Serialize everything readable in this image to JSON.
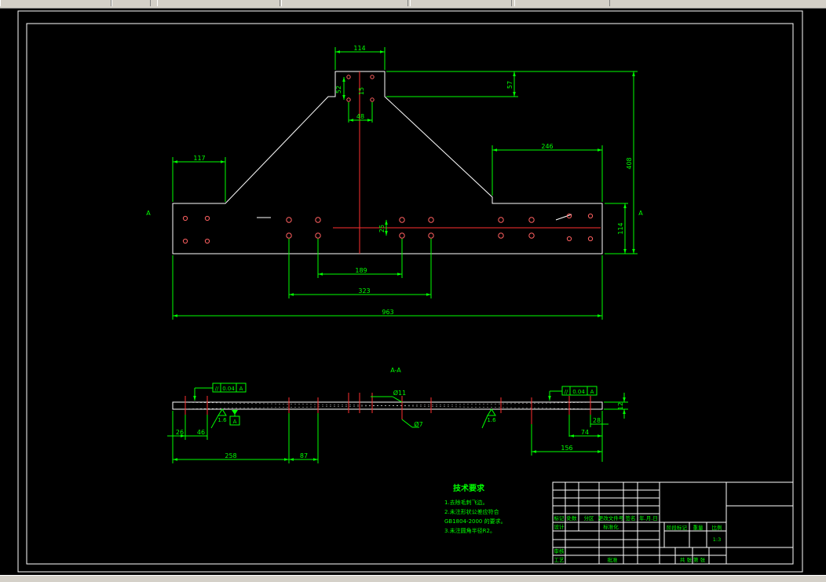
{
  "colors": {
    "background": "#000000",
    "geometry": "#ffffff",
    "dimension": "#00ff00",
    "centerline": "#ff3030",
    "text": "#00ff00",
    "hole": "#ff6060"
  },
  "plan": {
    "dims": {
      "top_width": "114",
      "center_holes_gap": "48",
      "small_v1": "52",
      "small_v2": "15",
      "top_offset": "57",
      "height_total": "408",
      "left_step": "117",
      "right_step": "246",
      "bar_height": "114",
      "hole_pitch_y": "25",
      "span_189": "189",
      "span_323": "323",
      "overall": "963"
    },
    "section_marks": {
      "left": "A",
      "right": "A"
    }
  },
  "section": {
    "title": "A-A",
    "left_tolerance": {
      "symbol": "//",
      "value": "0.04",
      "datum": "A"
    },
    "right_tolerance": {
      "symbol": "//",
      "value": "0.04",
      "datum": "A"
    },
    "datum_label": "A",
    "roughness_left": "1.6",
    "roughness_right": "1.6",
    "dims": {
      "d26": "26",
      "d46": "46",
      "d258": "258",
      "d87": "87",
      "hole_dia_1": "Ø11",
      "hole_dia_2": "Ø7",
      "d74": "74",
      "d28": "28",
      "d156": "156",
      "thickness": "12"
    }
  },
  "notes": {
    "title": "技术要求",
    "lines": [
      "1.去除毛刺飞边。",
      "2.未注形状公差应符合",
      "GB1804-2000 的要求。",
      "3.未注圆角半径R2。"
    ]
  },
  "title_block": {
    "row_labels": [
      "标记",
      "处数",
      "分区",
      "更改文件号",
      "签名",
      "年.月.日"
    ],
    "design": "设计",
    "standardize": "标准化",
    "stage_mark": "阶段标记",
    "weight": "重量",
    "scale_label": "比例",
    "scale_value": "1:3",
    "review": "审核",
    "process": "工艺",
    "approve": "批准",
    "sheets": "共    张    第    张"
  }
}
